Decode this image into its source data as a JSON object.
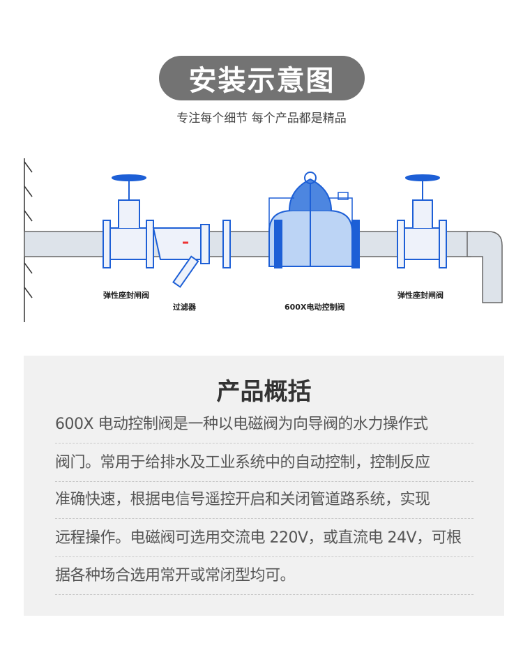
{
  "header": {
    "title": "安装示意图",
    "subtitle": "专注每个细节 每个产品都是精品"
  },
  "diagram": {
    "labels": {
      "gate_valve_left": "弹性座封闸阀",
      "filter": "过滤器",
      "control_valve": "600X电动控制阀",
      "gate_valve_right": "弹性座封闸阀"
    },
    "colors": {
      "valve": "#1d5fd6",
      "pipe": "#dde3ea"
    }
  },
  "overview": {
    "title": "产品概括",
    "lines": [
      "600X 电动控制阀是一种以电磁阀为向导阀的水力操作式",
      "阀门。常用于给排水及工业系统中的自动控制，控制反应",
      "准确快速，根据电信号遥控开启和关闭管道路系统，实现",
      "远程操作。电磁阀可选用交流电 220V，或直流电 24V，可根",
      "据各种场合选用常开或常闭型均可。"
    ]
  }
}
